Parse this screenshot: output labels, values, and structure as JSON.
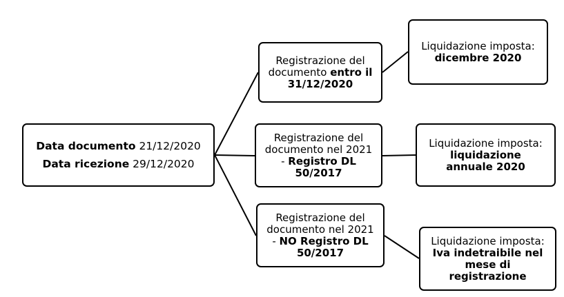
{
  "root": {
    "line1_bold": "Data documento",
    "line1_value": " 21/12/2020",
    "line2_bold": "Data ricezione",
    "line2_value": " 29/12/2020"
  },
  "branches": [
    {
      "reg_l1": "Registrazione del",
      "reg_l2_plain": "documento ",
      "reg_l2_bold": "entro il",
      "reg_l3_plain": "",
      "reg_l3_bold": "31/12/2020",
      "reg_l4_bold": "",
      "liq_l1": "Liquidazione imposta:",
      "liq_l2": "dicembre 2020",
      "liq_l3": "",
      "liq_l4": ""
    },
    {
      "reg_l1": "Registrazione del",
      "reg_l2_plain": "documento nel 2021",
      "reg_l2_bold": "",
      "reg_l3_plain": "- ",
      "reg_l3_bold": "Registro DL",
      "reg_l4_bold": "50/2017",
      "liq_l1": "Liquidazione imposta:",
      "liq_l2": "liquidazione",
      "liq_l3": "annuale 2020",
      "liq_l4": ""
    },
    {
      "reg_l1": "Registrazione del",
      "reg_l2_plain": "documento nel 2021",
      "reg_l2_bold": "",
      "reg_l3_plain": "- ",
      "reg_l3_bold": "NO Registro DL",
      "reg_l4_bold": "50/2017",
      "liq_l1": "Liquidazione imposta:",
      "liq_l2": "Iva indetraibile nel",
      "liq_l3": "mese di",
      "liq_l4": "registrazione"
    }
  ]
}
